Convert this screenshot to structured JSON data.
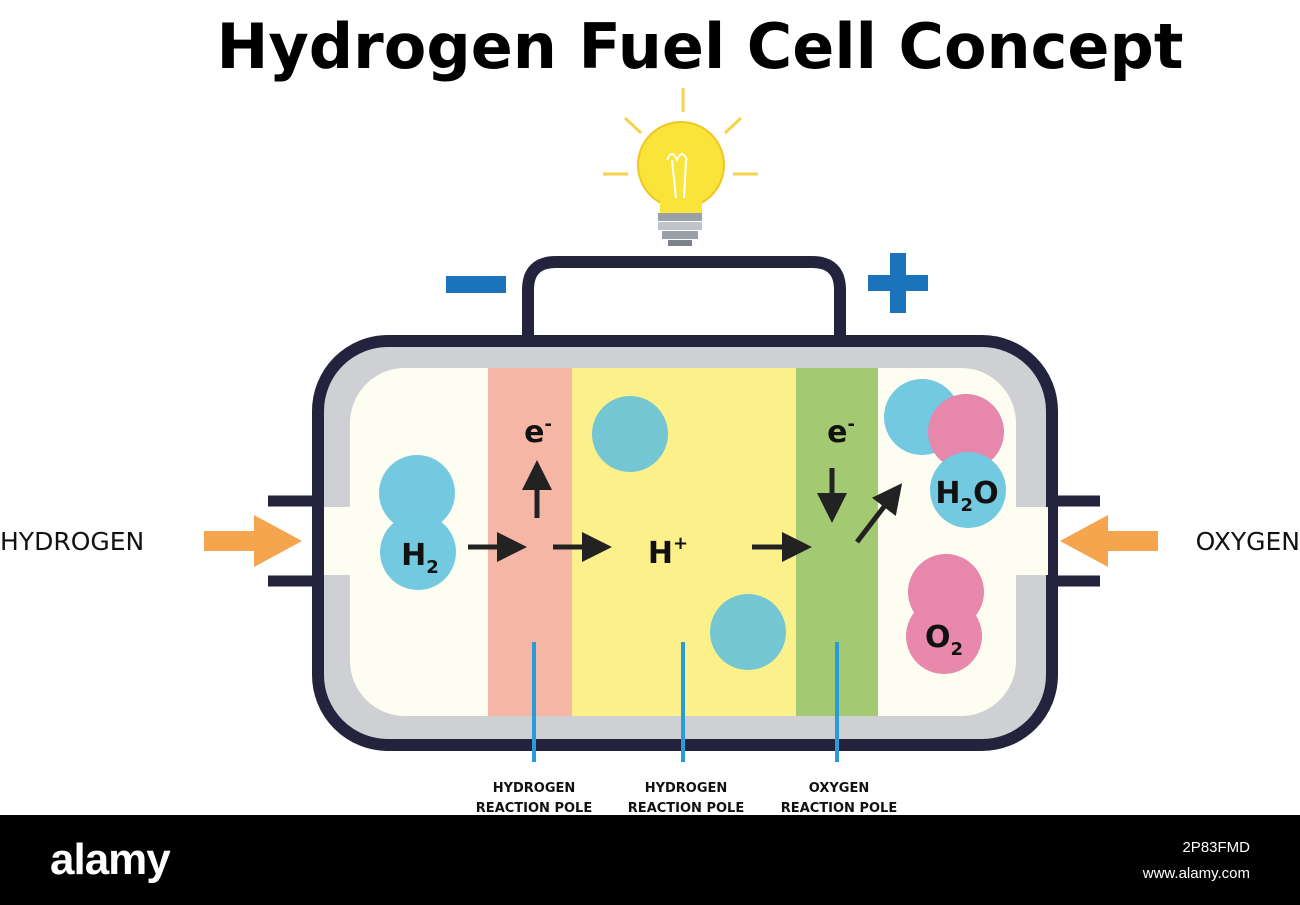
{
  "title": "Hydrogen Fuel Cell Concept",
  "inputs": {
    "left": "HYDROGEN",
    "right": "OXYGEN"
  },
  "terminals": {
    "negative": "−",
    "positive": "+"
  },
  "chemicals": {
    "h2": {
      "base": "H",
      "sub": "2"
    },
    "h_plus": {
      "base": "H",
      "sup": "+"
    },
    "h2o": {
      "base": "H",
      "sub": "2",
      "tail": "O"
    },
    "o2": {
      "base": "O",
      "sub": "2"
    },
    "electron_left": {
      "base": "e",
      "sup": "-"
    },
    "electron_right": {
      "base": "e",
      "sup": "-"
    }
  },
  "poles": [
    {
      "line1": "HYDROGEN",
      "line2": "REACTION POLE"
    },
    {
      "line1": "HYDROGEN",
      "line2": "REACTION POLE"
    },
    {
      "line1": "OXYGEN",
      "line2": "REACTION POLE"
    }
  ],
  "colors": {
    "frame": "#23233d",
    "anode": "#f6b6a6",
    "electrolyte": "#fbf08a",
    "cathode": "#a3c972",
    "hydrogen": "#5cc0de",
    "oxygen": "#e4739f",
    "arrow": "#f4a54e",
    "terminal": "#1b73bb"
  },
  "footer": {
    "logo": "alamy",
    "image_id": "2P83FMD",
    "url": "www.alamy.com"
  }
}
